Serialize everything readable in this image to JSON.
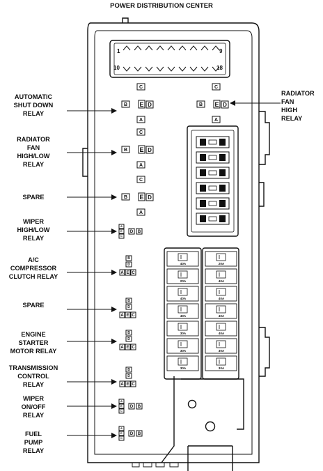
{
  "title": "POWER DISTRIBUTION CENTER",
  "connector": {
    "pin_start_top": "1",
    "pin_end_top": "9",
    "pin_start_bottom": "10",
    "pin_end_bottom": "18"
  },
  "relay_labels_left": [
    {
      "key": "asd",
      "text": "AUTOMATIC\nSHUT DOWN\nRELAY"
    },
    {
      "key": "radhl",
      "text": "RADIATOR\nFAN\nHIGH/LOW\nRELAY"
    },
    {
      "key": "spare1",
      "text": "SPARE"
    },
    {
      "key": "wiperhl",
      "text": "WIPER\nHIGH/LOW\nRELAY"
    },
    {
      "key": "ac",
      "text": "A/C\nCOMPRESSOR\nCLUTCH RELAY"
    },
    {
      "key": "spare2",
      "text": "SPARE"
    },
    {
      "key": "starter",
      "text": "ENGINE\nSTARTER\nMOTOR RELAY"
    },
    {
      "key": "trans",
      "text": "TRANSMISSION\nCONTROL\nRELAY"
    },
    {
      "key": "wiperoo",
      "text": "WIPER\nON/OFF\nRELAY"
    },
    {
      "key": "fuel",
      "text": "FUEL\nPUMP\nRELAY"
    }
  ],
  "relay_label_right": {
    "key": "radhigh",
    "text": "RADIATOR\nFAN\nHIGH\nRELAY"
  },
  "terminals": {
    "a": "A",
    "b": "B",
    "c": "C",
    "d": "D",
    "e": "E"
  },
  "fuses_left": [
    "40A",
    "20A",
    "40A",
    "40A",
    "30A",
    "30A",
    "30A"
  ],
  "fuses_right": [
    "20A",
    "40A",
    "40A",
    "40A",
    "40A",
    "30A",
    "30A"
  ]
}
